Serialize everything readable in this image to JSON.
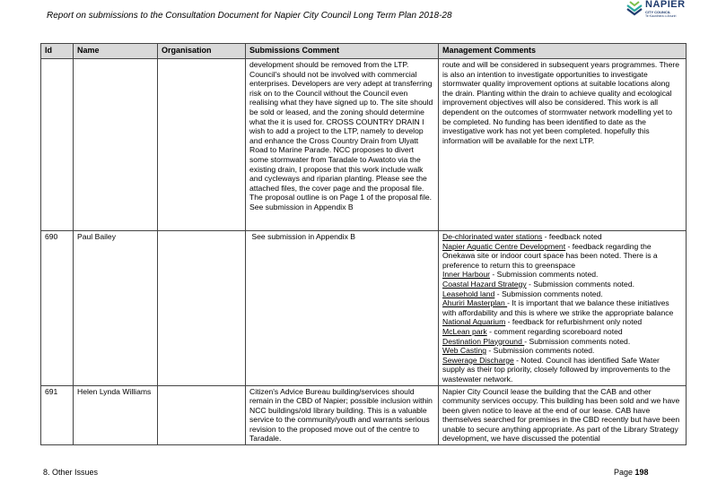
{
  "header": {
    "title": "Report on submissions to the Consultation Document for Napier City Council Long Term Plan 2018-28",
    "logo_name": "NAPIER",
    "logo_sub": "CITY COUNCIL",
    "logo_tagline": "Te Kaunihera o Ahuriri"
  },
  "table": {
    "columns": [
      "Id",
      "Name",
      "Organisation",
      "Submissions Comment",
      "Management Comments"
    ],
    "rows": [
      {
        "id": "",
        "name": "",
        "org": "",
        "submission": [
          "development should be removed from the LTP. Council's should not be involved with commercial enterprises.  Developers are very adept at transferring risk on to the Council without the Council even realising what they have signed up to. The site should be sold or leased, and the zoning should determine what the it is used for. CROSS COUNTRY DRAIN I wish to add a project to the LTP, namely to develop and enhance the Cross Country Drain from Ulyatt Road to Marine Parade. NCC proposes to divert some stormwater from Taradale to Awatoto via the existing drain, I propose that this work include walk and cycleways and riparian planting. Please see the attached files, the cover page and the proposal file. The proposal outline is on Page 1 of the proposal file.",
          "See submission in Appendix B"
        ],
        "management": "route and will be considered in subsequent years programmes. There is also an intention to investigate opportunities to investigate stormwater quality improvement options at suitable locations along the drain. Planting within the drain to achieve quality and ecological improvement objectives will also be considered. This work is all dependent on the outcomes of stormwater network modelling yet to be completed. No funding has been identified to date as the investigative work has not yet been completed. hopefully this information will be available for the next LTP."
      },
      {
        "id": "690",
        "name": "Paul Bailey",
        "org": "",
        "submission": " See submission in Appendix B",
        "management_items": [
          {
            "topic": "De-chlorinated water stations",
            "text": " - feedback noted"
          },
          {
            "topic": "Napier Aquatic Centre Development",
            "text": " - feedback regarding the Onekawa site or indoor court space has been noted.  There is a preference to return this to greenspace"
          },
          {
            "topic": "Inner Harbour",
            "text": " - Submission comments noted."
          },
          {
            "topic": "Coastal Hazard Strategy",
            "text": " - Submission comments noted."
          },
          {
            "topic": "Leasehold land",
            "text": " - Submission comments noted."
          },
          {
            "topic": "Ahuriri Masterplan ",
            "text": "- It is important that we balance these initiatives with affordability and this is where we strike the appropriate balance"
          },
          {
            "topic": "National Aquarium",
            "text": " - feedback for refurbishment only noted"
          },
          {
            "topic": "McLean park",
            "text": " - comment regarding scoreboard noted"
          },
          {
            "topic": "Destination Playground ",
            "text": "- Submission comments noted."
          },
          {
            "topic": "Web Casting",
            "text": " - Submission comments noted."
          },
          {
            "topic": "Sewerage Discharge",
            "text": "  - Noted. Council has identified Safe Water supply as their top priority, closely followed by improvements to the wastewater network."
          }
        ]
      },
      {
        "id": "691",
        "name": "Helen Lynda Williams",
        "org": "",
        "submission": "Citizen's Advice Bureau building/services should remain in the CBD of Napier; possible inclusion within NCC buildings/old library building.  This is a valuable service to the community/youth and warrants serious revision to the proposed move out of the centre to Taradale.",
        "management": "Napier City Council lease the building that the CAB and other community services occupy.  This building has been sold and we have been given notice to leave at the end of our lease.  CAB have themselves searched for premises in the CBD recently but have been unable to secure anything appropriate.  As part of the Library Strategy development, we have discussed the potential"
      }
    ]
  },
  "footer": {
    "section": "8. Other Issues",
    "page_label": "Page ",
    "page_number": "198"
  }
}
